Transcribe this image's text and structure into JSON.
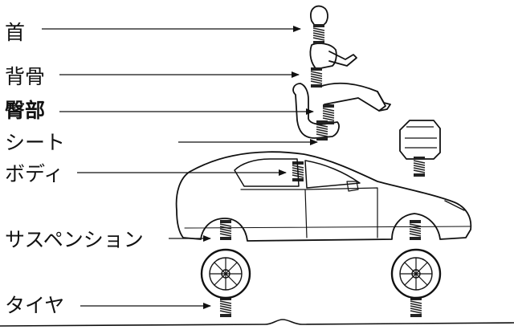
{
  "labels": [
    "首",
    "背骨",
    "臀部",
    "シート",
    "ボディ",
    "サスペンション",
    "タイヤ"
  ],
  "colors": {
    "ink": "#111111",
    "background": "#ffffff"
  }
}
